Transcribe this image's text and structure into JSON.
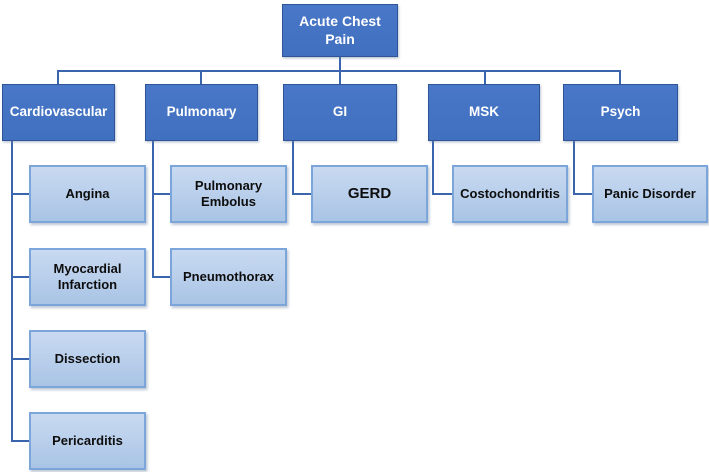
{
  "diagram_title": "Acute Chest Pain",
  "colors": {
    "node_dark": "#4472C4",
    "node_dark_border": "#2F5597",
    "node_light_top": "#C9DAF1",
    "node_light_bottom": "#A9C4E5",
    "node_light_border": "#7CA5DA",
    "connector": "#3A64AD",
    "text_dark": "#0D0D0D",
    "text_light": "#FFFFFF",
    "canvas_bg": "#FFFFFF"
  },
  "root": {
    "label": "Acute Chest Pain"
  },
  "categories": [
    {
      "label": "Cardiovascular",
      "children": [
        {
          "label": "Angina"
        },
        {
          "label": "Myocardial Infarction"
        },
        {
          "label": "Dissection"
        },
        {
          "label": "Pericarditis"
        }
      ]
    },
    {
      "label": "Pulmonary",
      "children": [
        {
          "label": "Pulmonary Embolus"
        },
        {
          "label": "Pneumothorax"
        }
      ]
    },
    {
      "label": "GI",
      "children": [
        {
          "label": "GERD"
        }
      ]
    },
    {
      "label": "MSK",
      "children": [
        {
          "label": "Costochondritis"
        }
      ]
    },
    {
      "label": "Psych",
      "children": [
        {
          "label": "Panic Disorder"
        }
      ]
    }
  ]
}
